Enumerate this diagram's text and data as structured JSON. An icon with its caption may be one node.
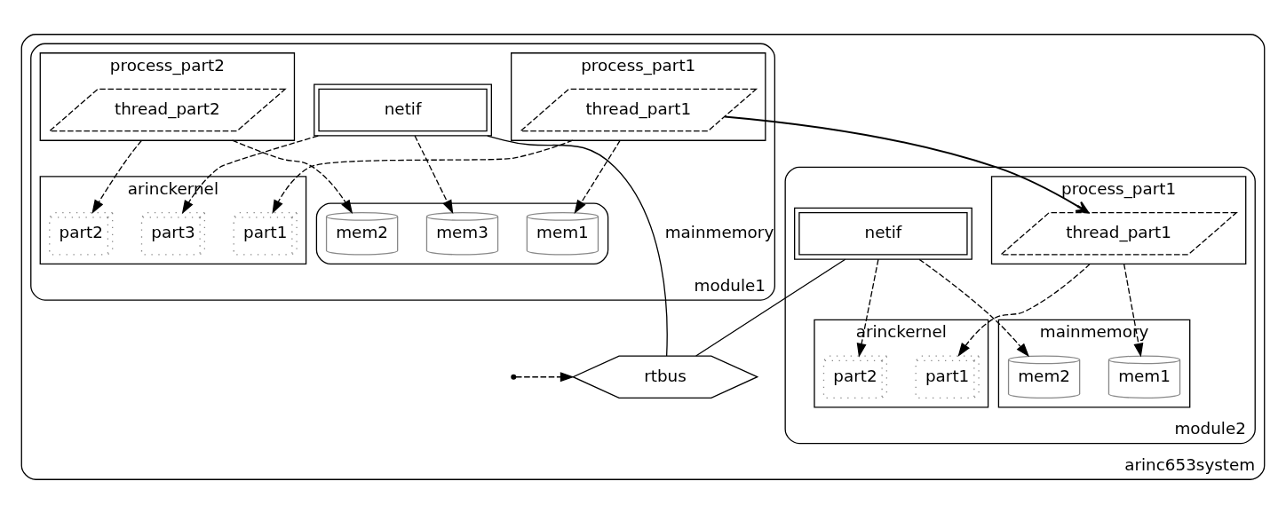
{
  "diagram": {
    "nodes": [
      {
        "text": [
          "arinc653system"
        ]
      },
      {
        "text": [
          "module1"
        ],
        "in": 0
      },
      {
        "text": [
          "arinckernel"
        ],
        "in": 1
      },
      {
        "text": [
          "part3"
        ],
        "in": 2
      },
      {
        "text": [
          "part2"
        ],
        "in": 2
      },
      {
        "text": [
          "part1"
        ],
        "in": 2
      },
      {
        "text": [
          "process_part1"
        ],
        "in": 1
      },
      {
        "text": [
          "thread_part1"
        ],
        "in": 6
      },
      {
        "text": [
          "process_part2"
        ],
        "in": 1
      },
      {
        "text": [
          "thread_part2"
        ],
        "in": 8
      },
      {
        "text": [],
        "shape": "cylinder",
        "in": 1
      },
      {
        "text": [
          "mem2"
        ],
        "in": 10
      },
      {
        "text": [
          "mem3"
        ],
        "in": 10
      },
      {
        "text": [
          "mem1"
        ],
        "in": 10
      },
      {
        "text": [
          "netif"
        ],
        "in": 1
      },
      {
        "text": [
          "module2"
        ],
        "in": 0
      },
      {
        "text": [
          "process_part1"
        ],
        "in": 15
      },
      {
        "text": [
          "thread_part1"
        ],
        "in": 16
      },
      {
        "text": [
          "arinckernel"
        ],
        "in": 15
      },
      {
        "text": [
          "part1"
        ],
        "in": 18
      },
      {
        "text": [
          "part2"
        ],
        "in": 18
      },
      {
        "text": [
          "mainmemory"
        ],
        "in": 15
      },
      {
        "text": [
          "mem1"
        ],
        "in": 21
      },
      {
        "text": [
          "mem2"
        ],
        "in": 21
      },
      {
        "text": [
          "netif"
        ],
        "in": 15
      },
      {
        "text": [
          "rtbus"
        ],
        "in": 0
      }
    ],
    "edges": [
      {
        "from": 14,
        "to": 3,
        "arrow": "to",
        "style": "dashed"
      },
      {
        "from": 8,
        "to": 4,
        "arrow": "to",
        "style": "dashed"
      },
      {
        "from": 6,
        "to": 5,
        "arrow": "to",
        "style": "dashed"
      },
      {
        "from": 6,
        "to": 13,
        "arrow": "to",
        "style": "dashed"
      },
      {
        "from": 8,
        "to": 11,
        "arrow": "to",
        "style": "dashed"
      },
      {
        "from": 14,
        "to": 12,
        "arrow": "to",
        "style": "dashed"
      },
      {
        "from": 7,
        "to": 17,
        "arrow": "to"
      },
      {
        "from": null,
        "to": 25,
        "arrow": "to",
        "style": "dashed"
      },
      {
        "from": 16,
        "to": 19,
        "arrow": "to",
        "style": "dashed"
      },
      {
        "from": 16,
        "to": 22,
        "arrow": "to",
        "style": "dashed"
      },
      {
        "from": 24,
        "to": 23,
        "arrow": "to",
        "style": "dashed"
      },
      {
        "from": 24,
        "to": 20,
        "arrow": "to",
        "style": "dashed"
      },
      {
        "from": 14,
        "to": 25,
        "arrow": "none",
        "label": "mainmemory"
      },
      {
        "from": 24,
        "to": 25,
        "arrow": "none"
      }
    ]
  }
}
